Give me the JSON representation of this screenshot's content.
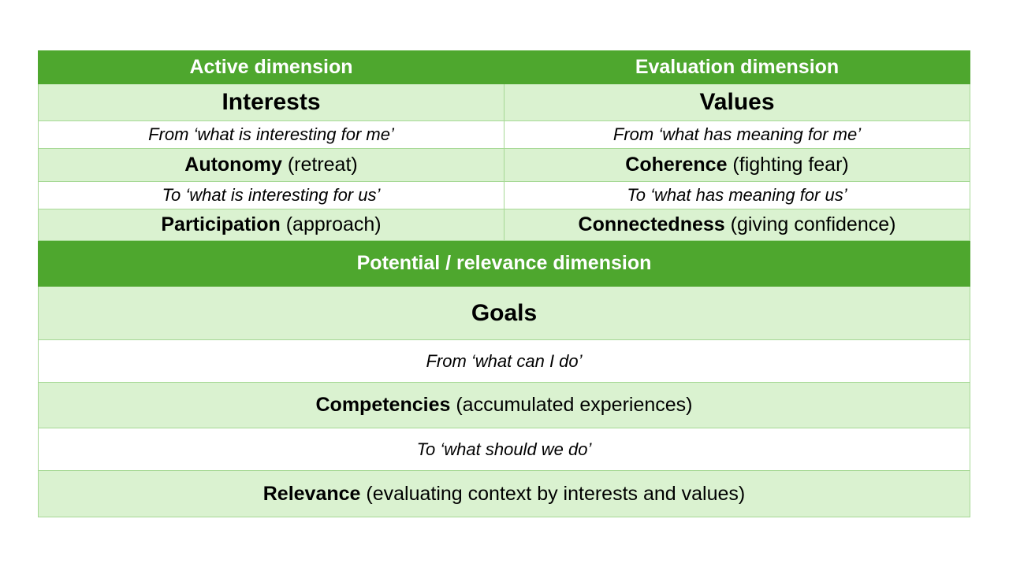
{
  "header": {
    "active": "Active dimension",
    "evaluation": "Evaluation dimension"
  },
  "rows": {
    "interests": "Interests",
    "values": "Values",
    "from_interest": "From ‘what is interesting for me’",
    "from_meaning": "From ‘what has meaning for me’",
    "autonomy": "Autonomy",
    "autonomy_note": " (retreat)",
    "coherence": "Coherence",
    "coherence_note": " (fighting fear)",
    "to_interest": "To ‘what is interesting for us’",
    "to_meaning": "To ‘what has meaning for us’",
    "participation": "Participation",
    "participation_note": " (approach)",
    "connectedness": "Connectedness",
    "connectedness_note": " (giving confidence)"
  },
  "potential": {
    "header": "Potential / relevance dimension",
    "goals": "Goals",
    "from": "From ‘what can I do’",
    "competencies": "Competencies",
    "competencies_note": " (accumulated experiences)",
    "to": "To ‘what should we do’",
    "relevance": "Relevance",
    "relevance_note": " (evaluating context by interests and values)"
  }
}
